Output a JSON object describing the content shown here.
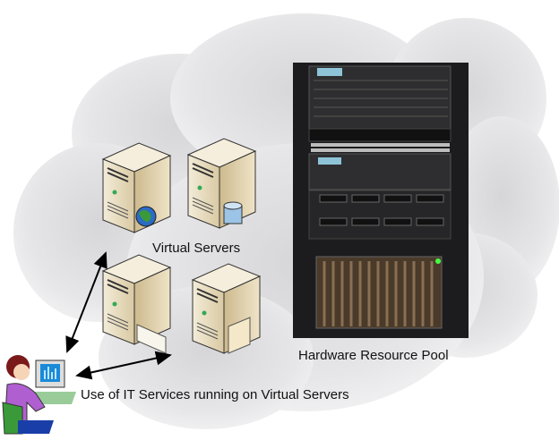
{
  "labels": {
    "virtual_servers": "Virtual Servers",
    "hardware_pool": "Hardware Resource Pool",
    "usage": "Use of IT Services running on Virtual Servers"
  },
  "colors": {
    "cloud": "#e4e4e6",
    "server": "#e8dcc0",
    "rack": "#1c1c1e"
  }
}
